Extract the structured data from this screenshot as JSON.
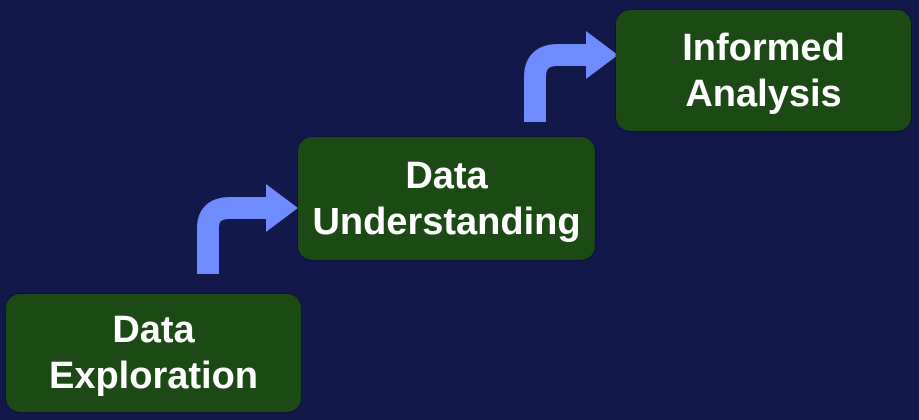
{
  "diagram": {
    "steps": [
      {
        "line1": "Data",
        "line2": "Exploration"
      },
      {
        "line1": "Data",
        "line2": "Understanding"
      },
      {
        "line1": "Informed",
        "line2": "Analysis"
      }
    ],
    "colors": {
      "background": "#13184b",
      "box": "#1c4a14",
      "arrow": "#6f8cff",
      "text": "#ffffff"
    }
  }
}
